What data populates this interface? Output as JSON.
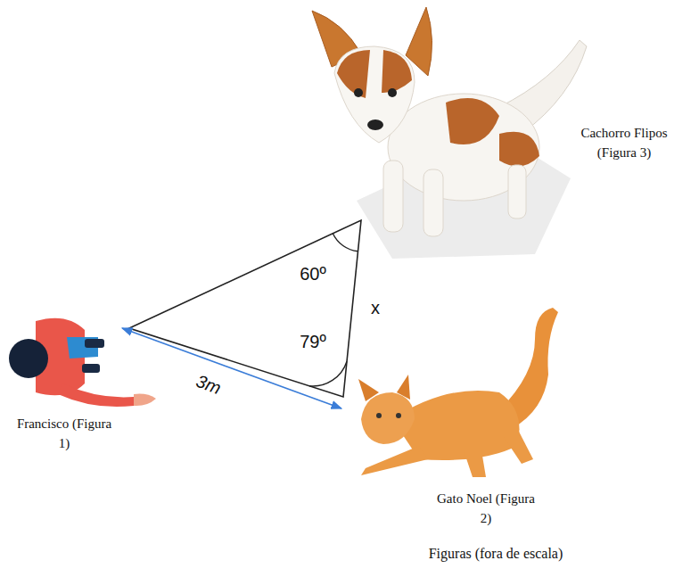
{
  "diagram": {
    "caption": "Figuras (fora de escala)",
    "labels": [
      "Cachorro Flipos (Figura 3)",
      "60º",
      "x",
      "79º",
      "3m",
      "Francisco (Figura 1)",
      "Gato Noel (Figura 2)"
    ]
  }
}
